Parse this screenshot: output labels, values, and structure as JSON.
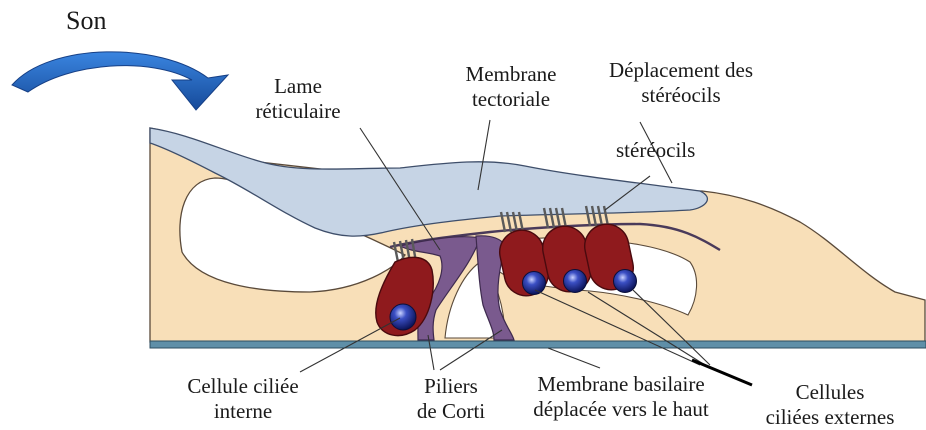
{
  "labels": {
    "son": "Son",
    "lame_1": "Lame",
    "lame_2": "réticulaire",
    "tectoriale_1": "Membrane",
    "tectoriale_2": "tectoriale",
    "deplacement_1": "Déplacement des",
    "deplacement_2": "stéréocils",
    "stereocils": "stéréocils",
    "cci_1": "Cellule ciliée",
    "cci_2": "interne",
    "piliers_1": "Piliers",
    "piliers_2": "de Corti",
    "basilaire_1": "Membrane basilaire",
    "basilaire_2": "déplacée vers le haut",
    "cce_1": "Cellules",
    "cce_2": "ciliées externes"
  },
  "colors": {
    "tissue": "#f8dfb8",
    "tectorial": "#c6d4e5",
    "hair_cell": "#8f1a1d",
    "nucleus": "#1a2a80",
    "pillar": "#7a5a8e",
    "arrow": "#1f5fb5",
    "basilar": "#5f8fa8"
  }
}
